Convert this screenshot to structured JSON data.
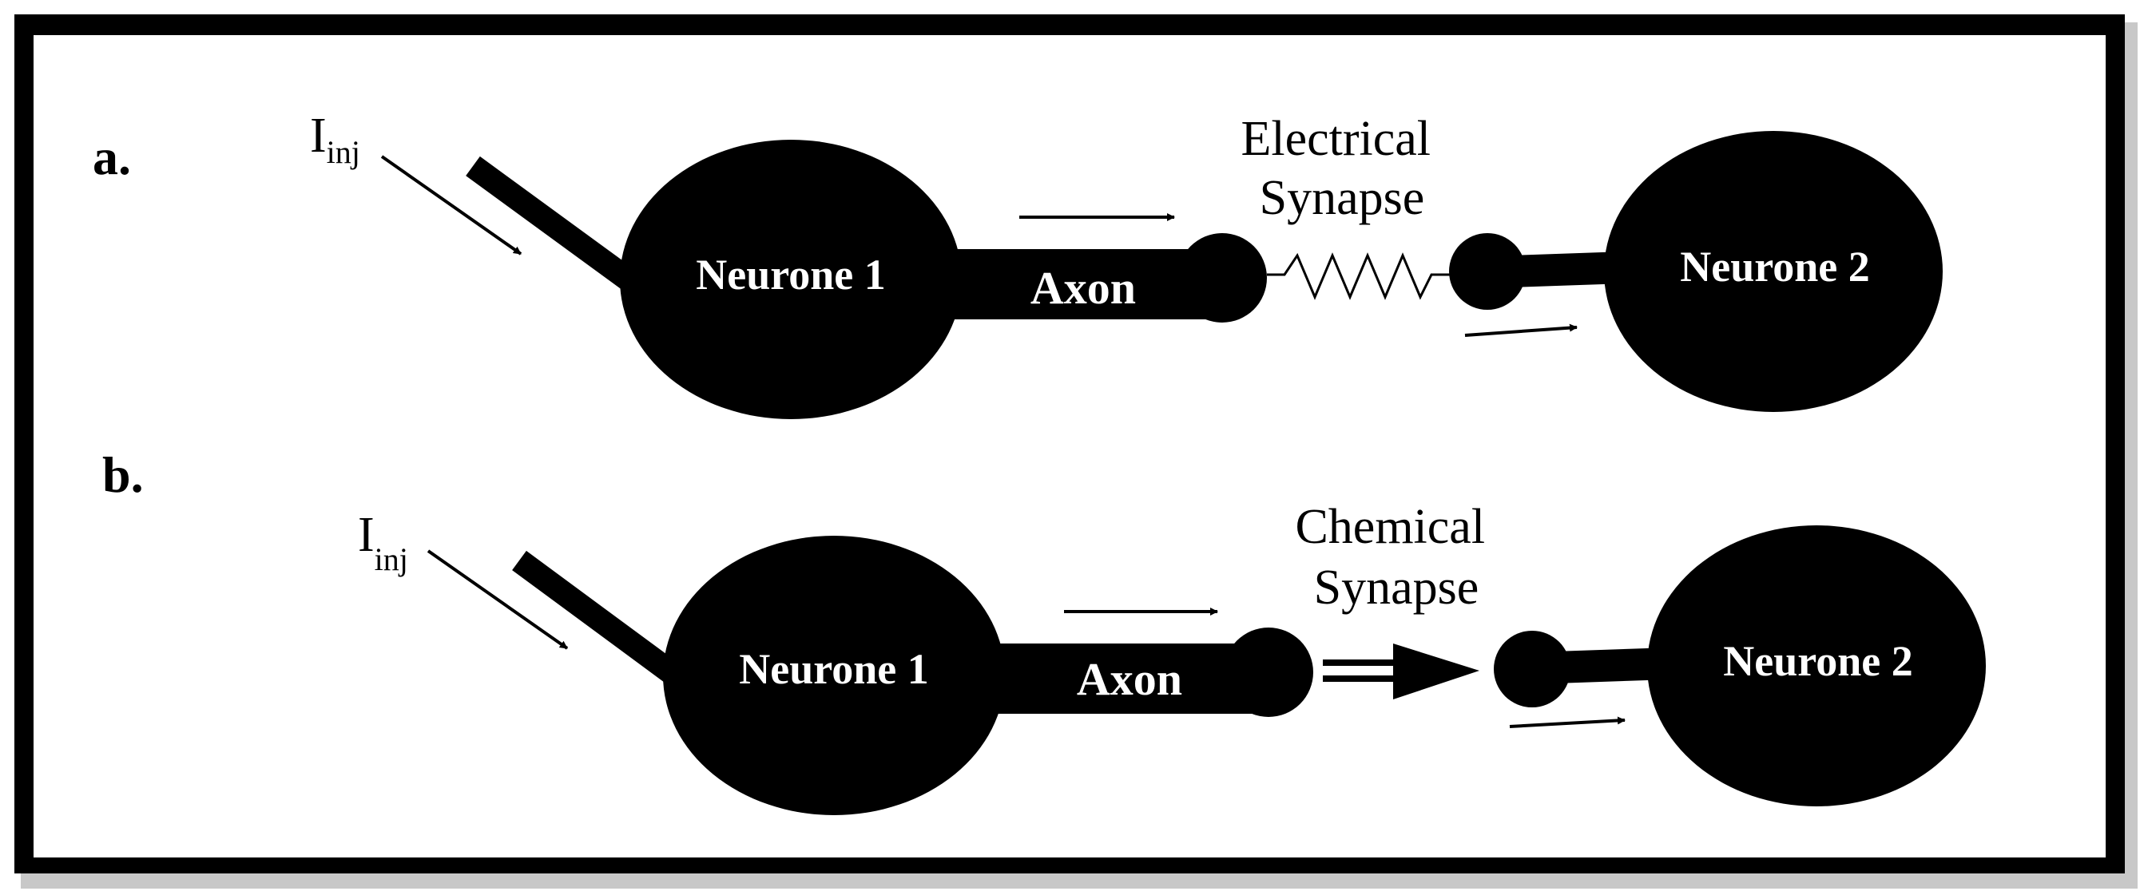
{
  "diagram": {
    "panels": [
      {
        "id": "a",
        "label": "a.",
        "current_label": "I",
        "current_subscript": "inj",
        "neuron1": "Neurone 1",
        "axon": "Axon",
        "synapse_type": "electrical",
        "synapse_line1": "Electrical",
        "synapse_line2": "Synapse",
        "neuron2": "Neurone 2"
      },
      {
        "id": "b",
        "label": "b.",
        "current_label": "I",
        "current_subscript": "inj",
        "neuron1": "Neurone 1",
        "axon": "Axon",
        "synapse_type": "chemical",
        "synapse_line1": "Chemical",
        "synapse_line2": "Synapse",
        "neuron2": "Neurone 2"
      }
    ],
    "colors": {
      "ink": "#000000",
      "cell_text": "#ffffff",
      "background": "#ffffff",
      "frame": "#000000"
    }
  }
}
